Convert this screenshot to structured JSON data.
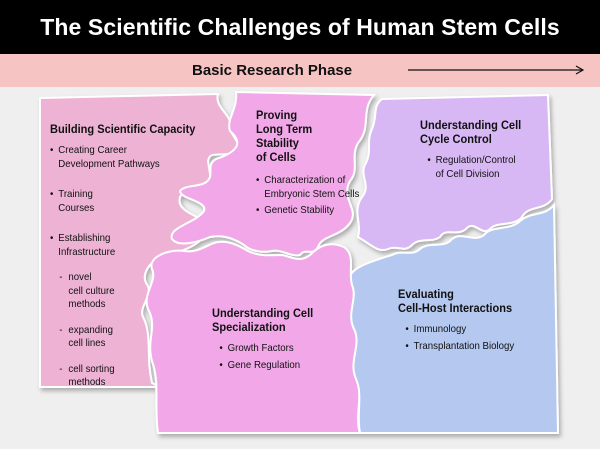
{
  "title": "The Scientific Challenges of Human Stem Cells",
  "phase": {
    "label": "Basic Research Phase"
  },
  "colors": {
    "pink": "#eeb3d4",
    "magenta": "#f2a8e8",
    "lavender": "#d8b8f4",
    "blue": "#b5c8f0",
    "header_band": "#f6c4c3"
  },
  "pieces": {
    "capacity": {
      "heading_lines": [
        "Building Scientific Capacity"
      ],
      "items": [
        {
          "lines": [
            "Creating Career",
            "Development Pathways"
          ]
        },
        {
          "lines": [
            "Training",
            "Courses"
          ]
        },
        {
          "lines": [
            "Establishing",
            "Infrastructure"
          ]
        }
      ],
      "subitems": [
        {
          "lines": [
            "novel",
            "cell culture",
            "methods"
          ]
        },
        {
          "lines": [
            "expanding",
            "cell lines"
          ]
        },
        {
          "lines": [
            "cell sorting",
            "methods"
          ]
        }
      ]
    },
    "stability": {
      "heading_lines": [
        "Proving",
        "Long Term",
        "Stability",
        "of Cells"
      ],
      "items": [
        {
          "lines": [
            "Characterization of",
            "Embryonic Stem Cells"
          ]
        },
        {
          "lines": [
            "Genetic Stability"
          ]
        }
      ]
    },
    "cycle": {
      "heading_lines": [
        "Understanding Cell",
        "Cycle Control"
      ],
      "items": [
        {
          "lines": [
            "Regulation/Control",
            "of Cell Division"
          ]
        }
      ]
    },
    "specialization": {
      "heading_lines": [
        "Understanding Cell",
        "Specialization"
      ],
      "items": [
        {
          "lines": [
            "Growth Factors"
          ]
        },
        {
          "lines": [
            "Gene Regulation"
          ]
        }
      ]
    },
    "interactions": {
      "heading_lines": [
        "Evaluating",
        "Cell-Host Interactions"
      ],
      "items": [
        {
          "lines": [
            "Immunology"
          ]
        },
        {
          "lines": [
            "Transplantation Biology"
          ]
        }
      ]
    }
  }
}
